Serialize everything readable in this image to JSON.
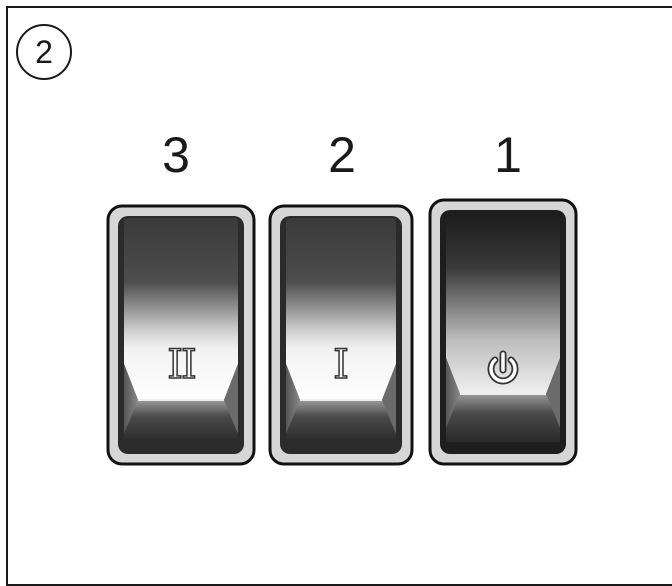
{
  "step_badge": "2",
  "switches": [
    {
      "number": "3",
      "symbol": "II",
      "icon": "mode-two-icon",
      "state": "off"
    },
    {
      "number": "2",
      "symbol": "I",
      "icon": "mode-one-icon",
      "state": "off"
    },
    {
      "number": "1",
      "symbol": "",
      "icon": "power-icon",
      "state": "on"
    }
  ]
}
